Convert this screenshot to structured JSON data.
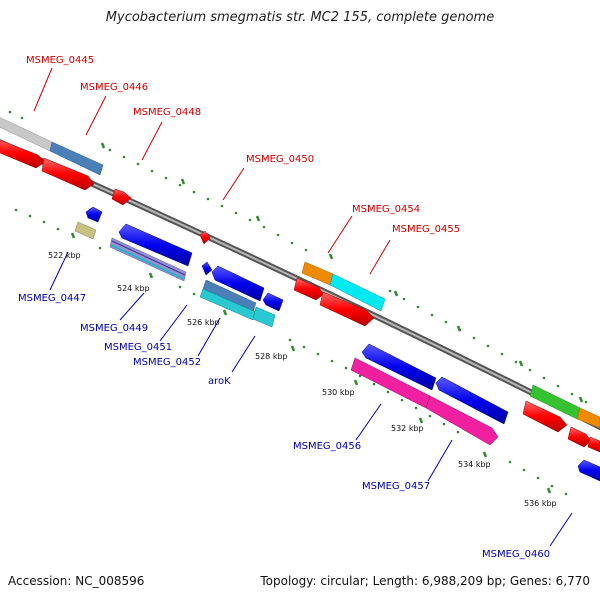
{
  "title": "Mycobacterium smegmatis str. MC2 155, complete genome",
  "footer": {
    "accession": "Accession: NC_008596",
    "summary": "Topology: circular; Length: 6,988,209 bp; Genes: 6,770"
  },
  "colors": {
    "forward_label": "#cc0000",
    "reverse_label": "#0000aa",
    "backbone": "#808080",
    "tick": "#2e8b2e"
  },
  "gene_labels": {
    "g0445": "MSMEG_0445",
    "g0446": "MSMEG_0446",
    "g0448": "MSMEG_0448",
    "g0450": "MSMEG_0450",
    "g0454": "MSMEG_0454",
    "g0455": "MSMEG_0455",
    "g0447": "MSMEG_0447",
    "g0449": "MSMEG_0449",
    "g0451": "MSMEG_0451",
    "g0452": "MSMEG_0452",
    "aroK": "aroK",
    "g0456": "MSMEG_0456",
    "g0457": "MSMEG_0457",
    "g0460": "MSMEG_0460"
  },
  "tick_labels": {
    "t522": "522 kbp",
    "t524": "524 kbp",
    "t526": "526 kbp",
    "t528": "528 kbp",
    "t530": "530 kbp",
    "t532": "532 kbp",
    "t534": "534 kbp",
    "t536": "536 kbp"
  }
}
